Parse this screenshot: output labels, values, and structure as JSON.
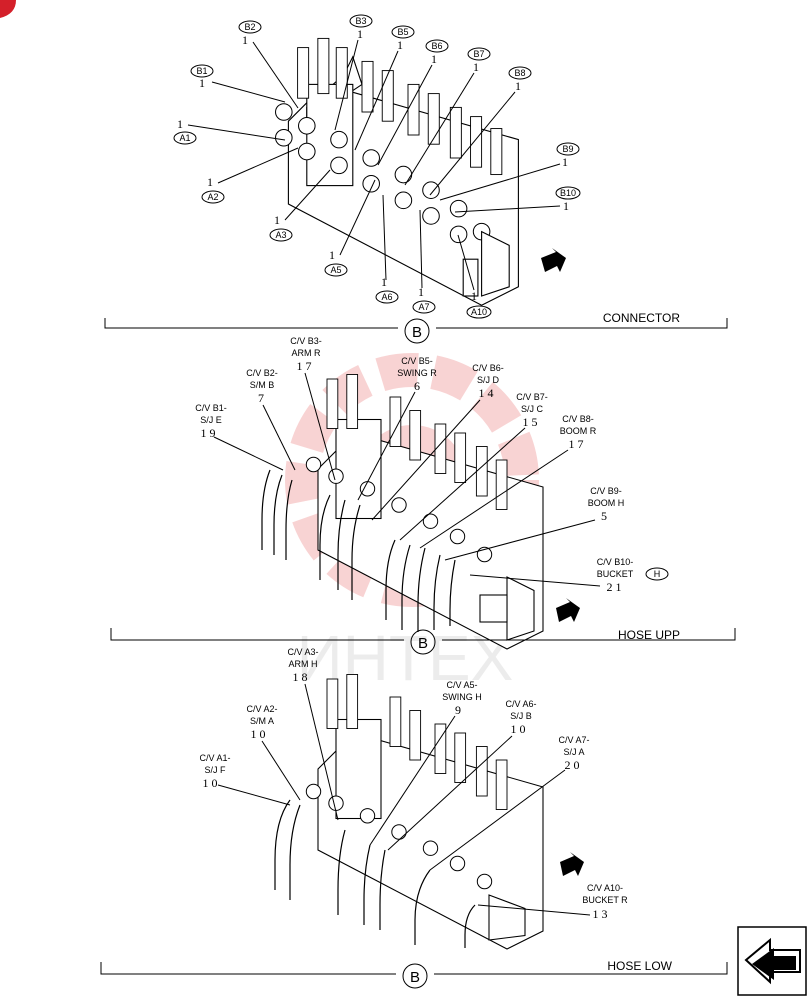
{
  "corner_mark_color": "#d4202a",
  "watermark": {
    "text": "ИНТЕХ",
    "color": "#e23b3b"
  },
  "sections": {
    "connector": {
      "title": "CONNECTOR",
      "view_mark": "B",
      "callouts": [
        {
          "tag": "B2",
          "num": "1"
        },
        {
          "tag": "B3",
          "num": "1"
        },
        {
          "tag": "B5",
          "num": "1"
        },
        {
          "tag": "B6",
          "num": "1"
        },
        {
          "tag": "B7",
          "num": "1"
        },
        {
          "tag": "B8",
          "num": "1"
        },
        {
          "tag": "B1",
          "num": "1"
        },
        {
          "tag": "A1",
          "num": "1"
        },
        {
          "tag": "A2",
          "num": "1"
        },
        {
          "tag": "A3",
          "num": "1"
        },
        {
          "tag": "A5",
          "num": "1"
        },
        {
          "tag": "A6",
          "num": "1"
        },
        {
          "tag": "A7",
          "num": "1"
        },
        {
          "tag": "A10",
          "num": "1"
        },
        {
          "tag": "B9",
          "num": "1"
        },
        {
          "tag": "B10",
          "num": "1"
        }
      ]
    },
    "hose_upp": {
      "title": "HOSE UPP",
      "view_mark": "B",
      "callouts": [
        {
          "l1": "C/V B3-",
          "l2": "ARM R",
          "num": "1 7"
        },
        {
          "l1": "C/V B2-",
          "l2": "S/M B",
          "num": "7"
        },
        {
          "l1": "C/V B1-",
          "l2": "S/J E",
          "num": "1 9"
        },
        {
          "l1": "C/V B5-",
          "l2": "SWING R",
          "num": "6"
        },
        {
          "l1": "C/V B6-",
          "l2": "S/J D",
          "num": "1 4"
        },
        {
          "l1": "C/V B7-",
          "l2": "S/J C",
          "num": "1 5"
        },
        {
          "l1": "C/V B8-",
          "l2": "BOOM R",
          "num": "1 7"
        },
        {
          "l1": "C/V B9-",
          "l2": "BOOM H",
          "num": "5"
        },
        {
          "l1": "C/V B10-",
          "l2": "BUCKET",
          "num": "2 1",
          "badge": "H"
        }
      ]
    },
    "hose_low": {
      "title": "HOSE LOW",
      "view_mark": "B",
      "callouts": [
        {
          "l1": "C/V A3-",
          "l2": "ARM H",
          "num": "1 8"
        },
        {
          "l1": "C/V A2-",
          "l2": "S/M A",
          "num": "1 0"
        },
        {
          "l1": "C/V A1-",
          "l2": "S/J F",
          "num": "1 0"
        },
        {
          "l1": "C/V A5-",
          "l2": "SWING H",
          "num": "9"
        },
        {
          "l1": "C/V A6-",
          "l2": "S/J B",
          "num": "1 0"
        },
        {
          "l1": "C/V A7-",
          "l2": "S/J A",
          "num": "2 0"
        },
        {
          "l1": "C/V A10-",
          "l2": "BUCKET R",
          "num": "1 3"
        }
      ]
    }
  }
}
